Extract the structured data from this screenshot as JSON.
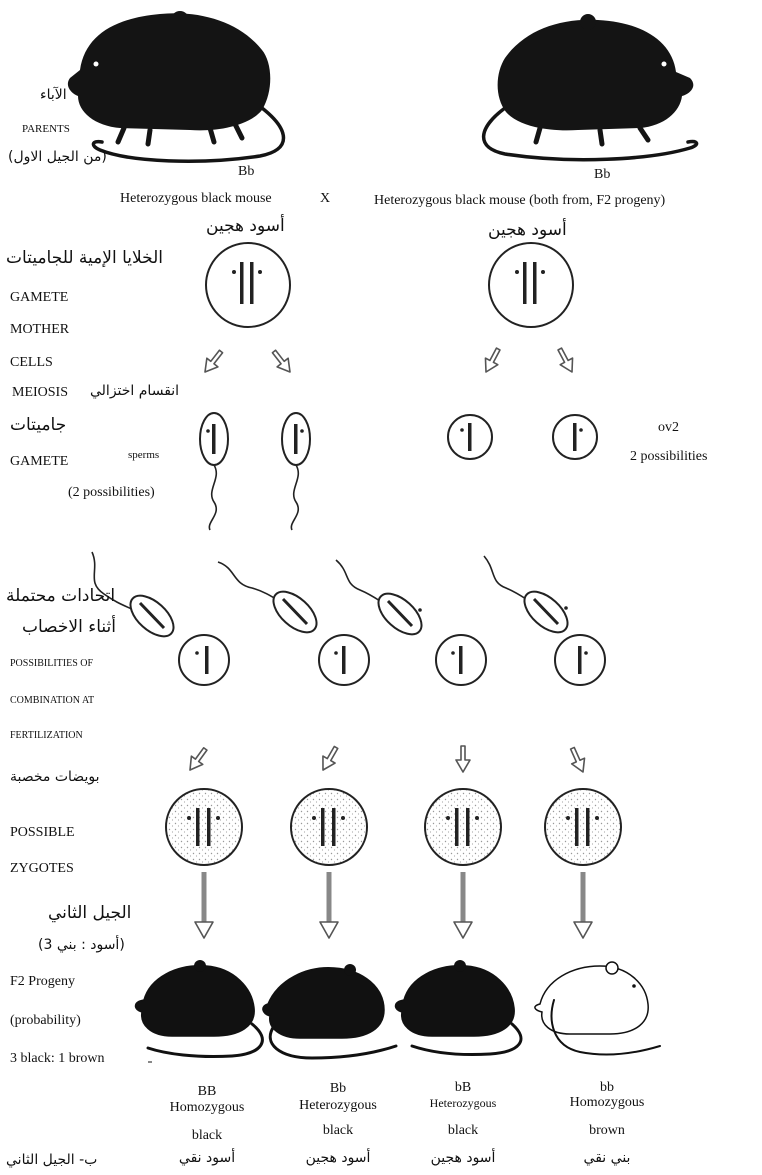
{
  "parents": {
    "label_ar": "الآباء",
    "label_en": "PARENTS",
    "label_gen_ar": "(من الجيل الاول)",
    "left": {
      "genotype": "Bb",
      "description": "Heterozygous black mouse",
      "label_ar": "أسود هجين"
    },
    "cross_symbol": "X",
    "right": {
      "genotype": "Bb",
      "description": "Heterozygous black mouse (both from, F2 progeny)",
      "label_ar": "أسود هجين"
    }
  },
  "gamete_mother_cells": {
    "label_ar": "الخلايا الإمية للجاميتات",
    "line1": "GAMETE",
    "line2": "MOTHER",
    "line3": "CELLS"
  },
  "meiosis": {
    "label_ar": "انقسام اختزالي",
    "label_en": "MEIOSIS"
  },
  "gametes": {
    "label_ar": "جاميتات",
    "label_en": "GAMETE",
    "sperms_label": "sperms",
    "sperms_possibilities": "(2 possibilities)",
    "ova_label": "ov2",
    "ova_possibilities": "2 possibilities"
  },
  "fertilization": {
    "label_ar_1": "اتحادات محتملة",
    "label_ar_2": "أثناء الاخصاب",
    "line1": "POSSIBILITIES OF",
    "line2": "COMBINATION AT",
    "line3": "FERTILIZATION"
  },
  "zygotes": {
    "label_ar": "بويضات مخصبة",
    "line1": "POSSIBLE",
    "line2": "ZYGOTES"
  },
  "f2": {
    "label_ar": "الجيل الثاني",
    "ratio_ar": "(3 أسود : بني)",
    "line1": "F2 Progeny",
    "line2": "(probability)",
    "line3": "3 black: 1 brown",
    "footer_ar": "ب- الجيل الثاني",
    "offspring": [
      {
        "genotype": "BB",
        "type": "Homozygous",
        "color": "black",
        "label_ar": "أسود نقي",
        "fill": "#111111"
      },
      {
        "genotype": "Bb",
        "type": "Heterozygous",
        "color": "black",
        "label_ar": "أسود هجين",
        "fill": "#111111"
      },
      {
        "genotype": "bB",
        "type": "Heterozygous",
        "color": "black",
        "label_ar": "أسود هجين",
        "fill": "#111111"
      },
      {
        "genotype": "bb",
        "type": "Homozygous",
        "color": "brown",
        "label_ar": "بني نقي",
        "fill": "#ffffff"
      }
    ]
  }
}
